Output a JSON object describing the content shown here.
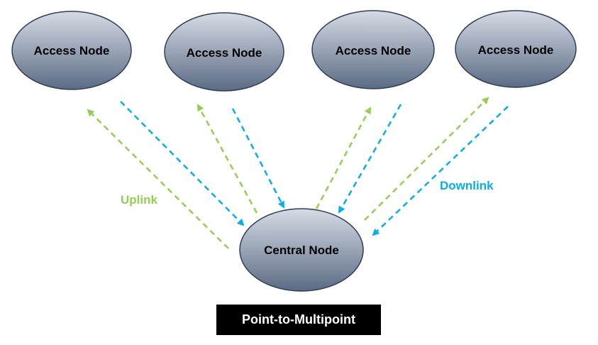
{
  "access_nodes": [
    {
      "label": "Access Node"
    },
    {
      "label": "Access Node"
    },
    {
      "label": "Access Node"
    },
    {
      "label": "Access Node"
    }
  ],
  "central_node": {
    "label": "Central Node"
  },
  "links": {
    "uplink_label": "Uplink",
    "downlink_label": "Downlink"
  },
  "caption": "Point-to-Multipoint",
  "colors": {
    "uplink": "#92D050",
    "downlink": "#00B0F0",
    "node_top": "#D6DCE5",
    "node_bottom": "#5B6B84",
    "node_stroke": "#2F3E57",
    "caption_bg": "#000000",
    "caption_text": "#FFFFFF"
  }
}
